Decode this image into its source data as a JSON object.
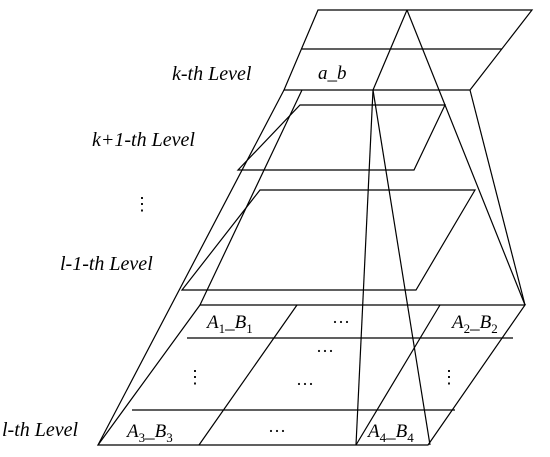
{
  "levels": {
    "k": "k-th Level",
    "k1": "k+1-th Level",
    "vdots": "⋮",
    "lm1": "l-1-th Level",
    "l": "l-th Level"
  },
  "top_cell": "a_b",
  "bottom_cells": {
    "a1": {
      "base": "A",
      "sub": "1",
      "sep": "_",
      "base2": "B",
      "sub2": "1"
    },
    "a2": {
      "base": "A",
      "sub": "2",
      "sep": "_",
      "base2": "B",
      "sub2": "2"
    },
    "a3": {
      "base": "A",
      "sub": "3",
      "sep": "_",
      "base2": "B",
      "sub2": "3"
    },
    "a4": {
      "base": "A",
      "sub": "4",
      "sep": "_",
      "base2": "B",
      "sub2": "4"
    }
  },
  "ellipsis": "···",
  "vellipsis": "⋮"
}
